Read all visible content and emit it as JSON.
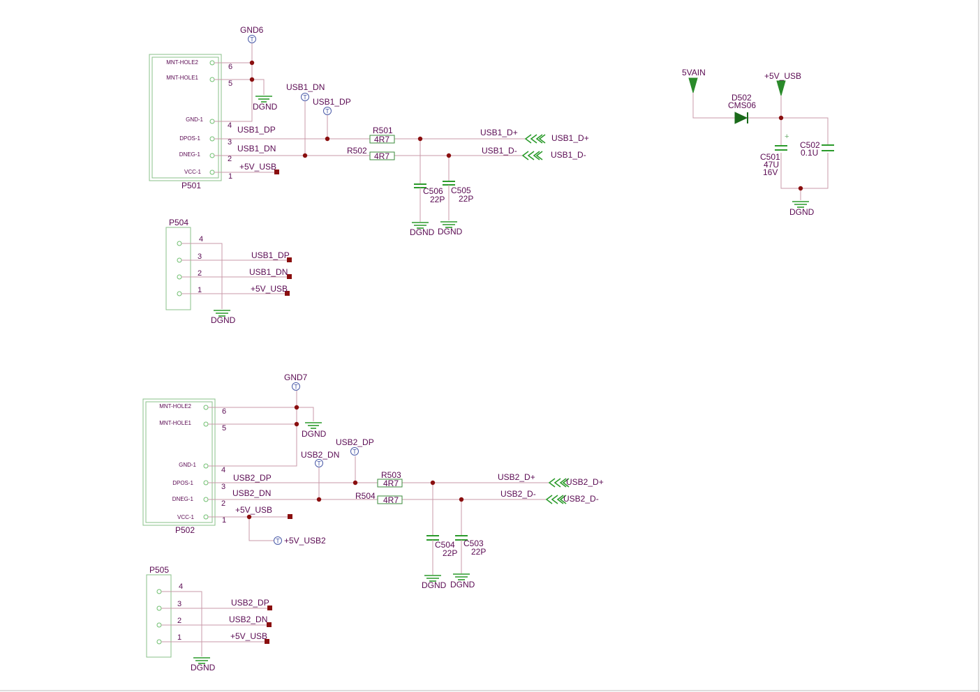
{
  "sheet": {
    "tp_mark": "T",
    "gnd_label": "DGND",
    "usb1": {
      "connector": {
        "ref": "P501",
        "pins": [
          {
            "name": "MNT-HOLE2",
            "num": "6"
          },
          {
            "name": "MNT-HOLE1",
            "num": "5"
          },
          {
            "name": "GND-1",
            "num": "4"
          },
          {
            "name": "DPOS-1",
            "num": "3"
          },
          {
            "name": "DNEG-1",
            "num": "2"
          },
          {
            "name": "VCC-1",
            "num": "1"
          }
        ]
      },
      "tp_gnd": "GND6",
      "tp_dn": "USB1_DN",
      "tp_dp": "USB1_DP",
      "net_dp": "USB1_DP",
      "net_dn": "USB1_DN",
      "net_vcc": "+5V_USB",
      "r_dp": {
        "ref": "R501",
        "value": "4R7"
      },
      "r_dn": {
        "ref": "R502",
        "value": "4R7"
      },
      "out_dp": "USB1_D+",
      "out_dn": "USB1_D-",
      "port_dp": "USB1_D+",
      "port_dn": "USB1_D-",
      "c_a": {
        "ref": "C506",
        "value": "22P"
      },
      "c_b": {
        "ref": "C505",
        "value": "22P"
      }
    },
    "usb2": {
      "connector": {
        "ref": "P502",
        "pins": [
          {
            "name": "MNT-HOLE2",
            "num": "6"
          },
          {
            "name": "MNT-HOLE1",
            "num": "5"
          },
          {
            "name": "GND-1",
            "num": "4"
          },
          {
            "name": "DPOS-1",
            "num": "3"
          },
          {
            "name": "DNEG-1",
            "num": "2"
          },
          {
            "name": "VCC-1",
            "num": "1"
          }
        ]
      },
      "tp_gnd": "GND7",
      "tp_dn": "USB2_DN",
      "tp_dp": "USB2_DP",
      "tp_vcc": "+5V_USB2",
      "net_dp": "USB2_DP",
      "net_dn": "USB2_DN",
      "net_vcc": "+5V_USB",
      "r_dp": {
        "ref": "R503",
        "value": "4R7"
      },
      "r_dn": {
        "ref": "R504",
        "value": "4R7"
      },
      "out_dp": "USB2_D+",
      "out_dn": "USB2_D-",
      "port_dp": "USB2_D+",
      "port_dn": "USB2_D-",
      "c_a": {
        "ref": "C504",
        "value": "22P"
      },
      "c_b": {
        "ref": "C503",
        "value": "22P"
      }
    },
    "header1": {
      "ref": "P504",
      "pins": [
        "4",
        "3",
        "2",
        "1"
      ],
      "nets": [
        "USB1_DP",
        "USB1_DN",
        "+5V_USB"
      ]
    },
    "header2": {
      "ref": "P505",
      "pins": [
        "4",
        "3",
        "2",
        "1"
      ],
      "nets": [
        "USB2_DP",
        "USB2_DN",
        "+5V_USB"
      ]
    },
    "power": {
      "in_label": "5VAIN",
      "out_label": "+5V_USB",
      "diode": {
        "ref": "D502",
        "value": "CMS06"
      },
      "c_bulk": {
        "ref": "C501",
        "value": "47U",
        "voltage": "16V",
        "polarity": "+"
      },
      "c_bypass": {
        "ref": "C502",
        "value": "0.1U"
      }
    }
  }
}
